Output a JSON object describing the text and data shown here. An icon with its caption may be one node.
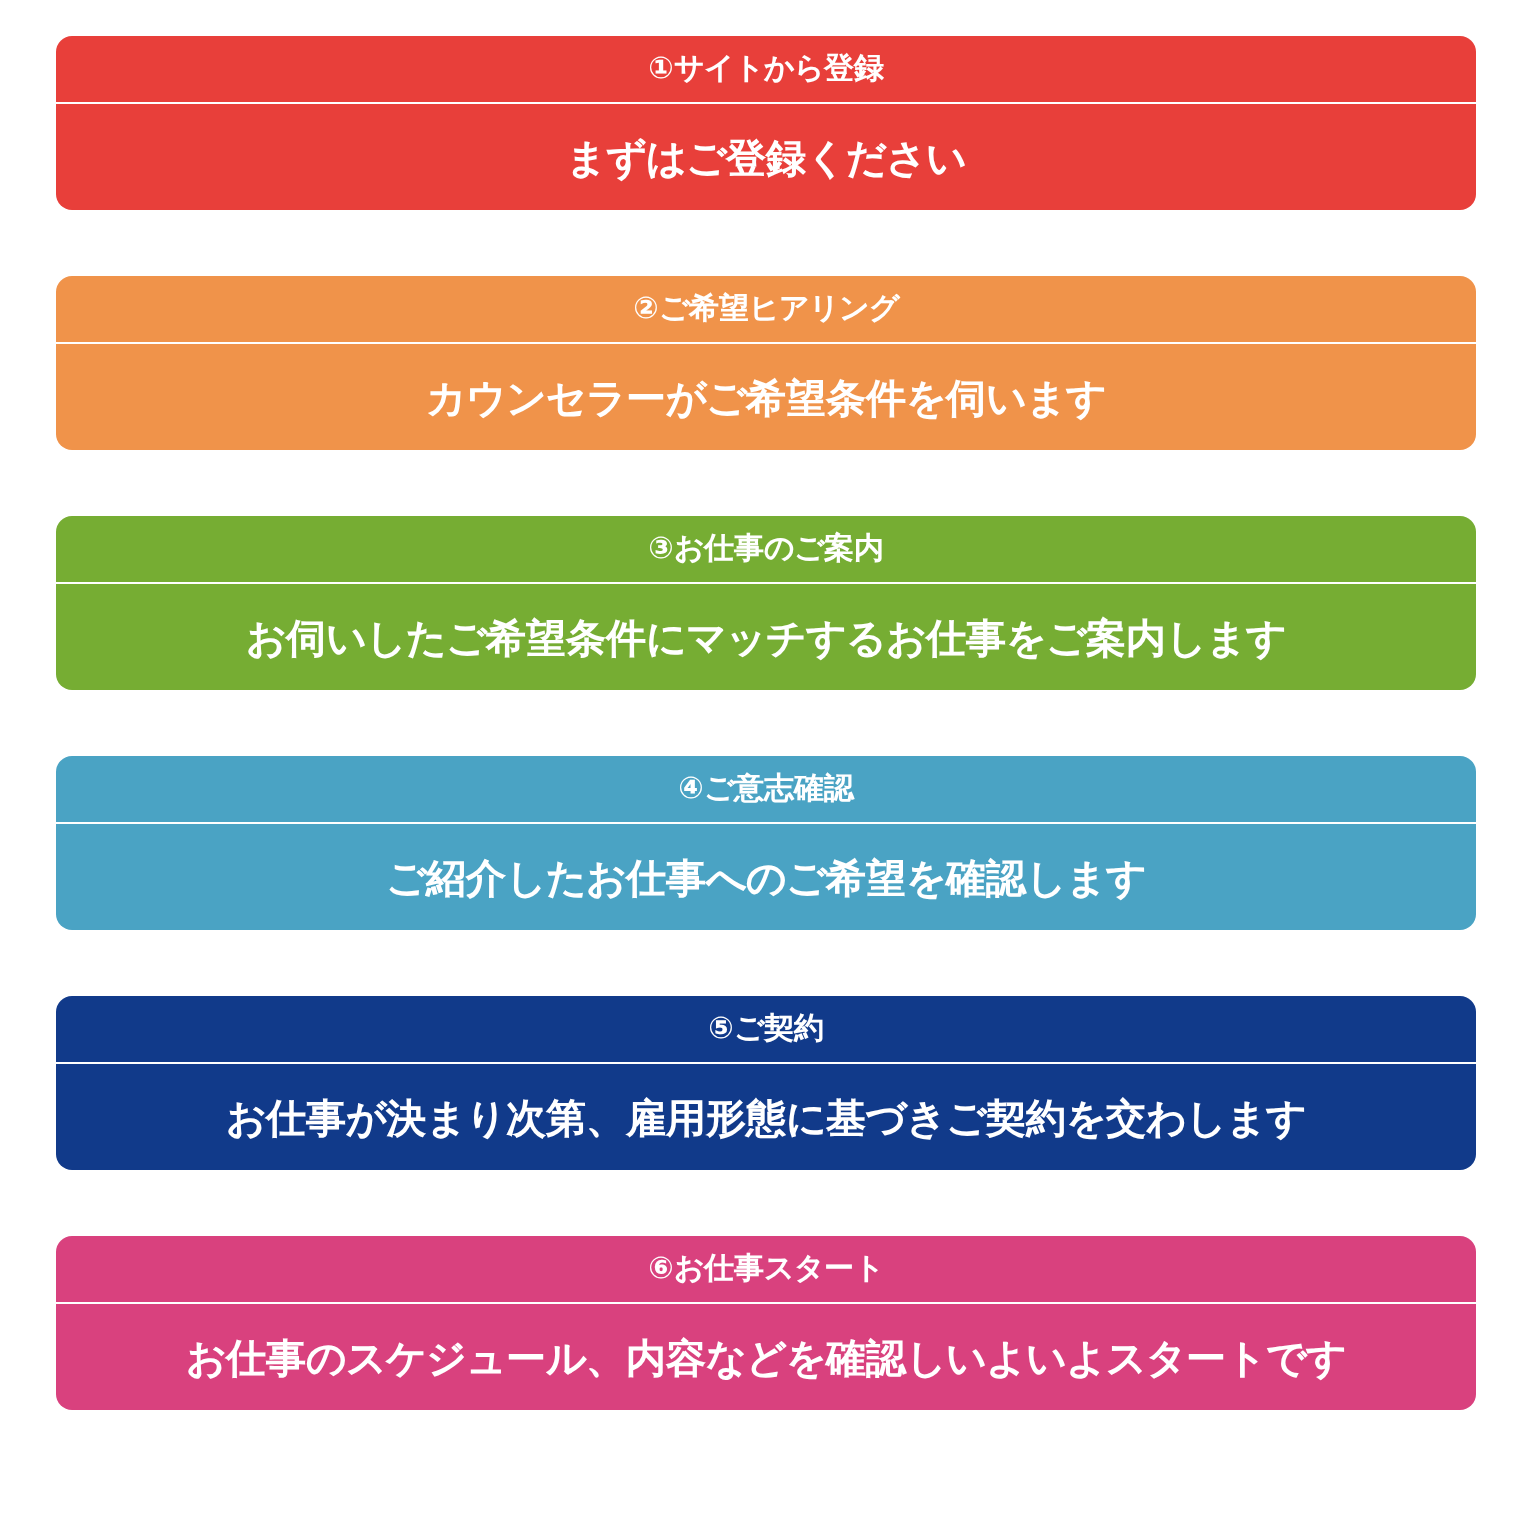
{
  "diagram": {
    "nodes": [
      {
        "text": [
          "①サイトから登録",
          "まずはご登録ください"
        ]
      },
      {
        "text": [
          "②ご希望ヒアリング",
          "カウンセラーがご希望条件を伺います"
        ]
      },
      {
        "text": [
          "③お仕事のご案内",
          "お伺いしたご希望条件にマッチするお仕事をご案内します"
        ]
      },
      {
        "text": [
          "④ご意志確認",
          "ご紹介したお仕事へのご希望を確認します"
        ]
      },
      {
        "text": [
          "⑤ご契約",
          "お仕事が決まり次第、雇用形態に基づきご契約を交わします"
        ]
      },
      {
        "text": [
          "⑥お仕事スタート",
          "お仕事のスケジュール、内容などを確認しいよいよスタートです"
        ]
      }
    ]
  }
}
